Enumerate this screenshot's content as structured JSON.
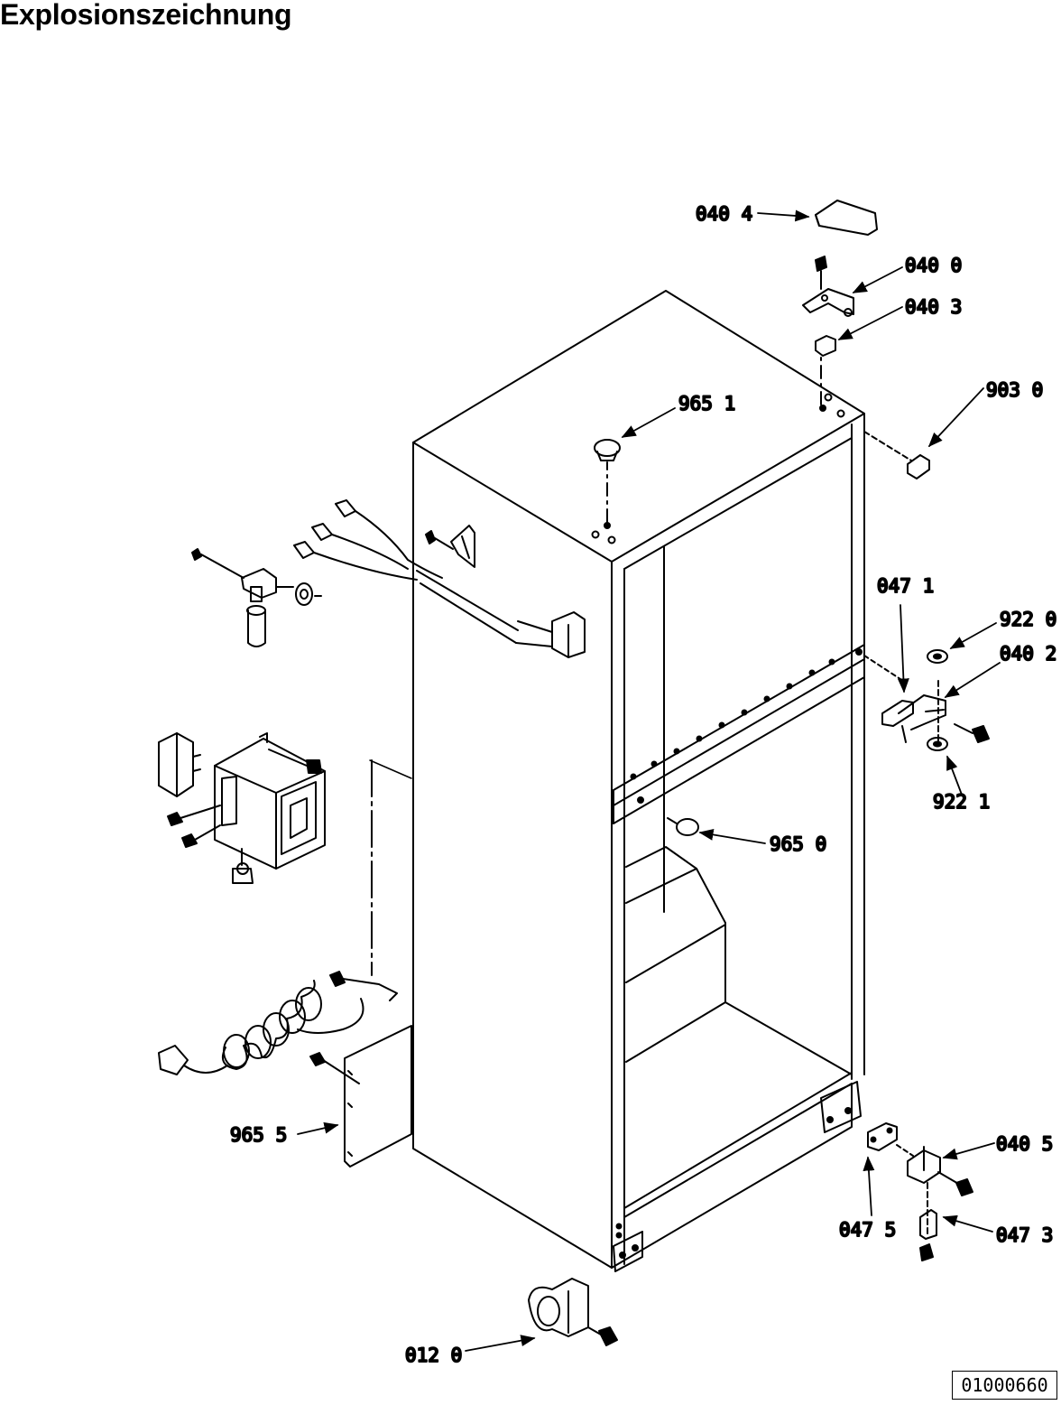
{
  "page": {
    "title": "Explosionszeichnung",
    "doc_id": "01000660"
  },
  "labels": {
    "l0404": "040 4",
    "l0400": "040 0",
    "l0403": "040 3",
    "l9030": "903 0",
    "l9651": "965 1",
    "l0471": "047 1",
    "l9220": "922 0",
    "l0402": "040 2",
    "l9221": "922 1",
    "l9650": "965 0",
    "l9655": "965 5",
    "l0405": "040 5",
    "l0475": "047 5",
    "l0473": "047 3",
    "l0120": "012 0"
  },
  "colors": {
    "line": "#000000",
    "background": "#ffffff"
  }
}
